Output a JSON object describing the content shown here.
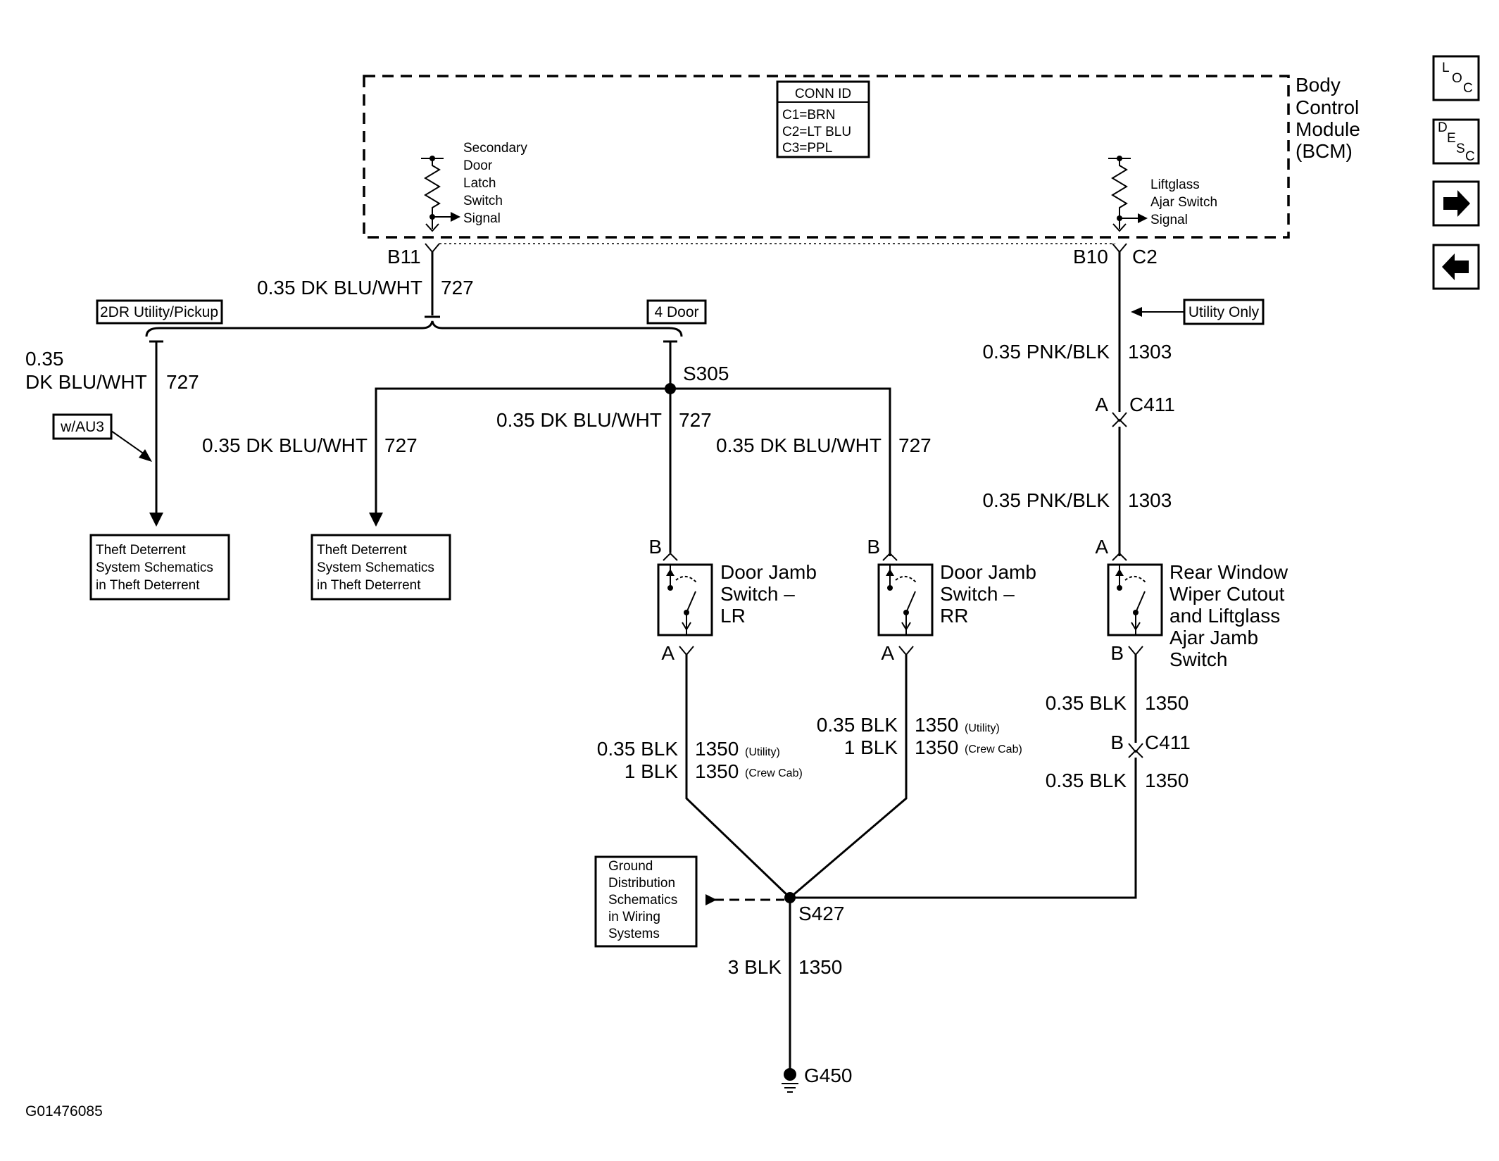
{
  "module": {
    "title_lines": [
      "Body",
      "Control",
      "Module",
      "(BCM)"
    ],
    "conn_id": {
      "header": "CONN ID",
      "lines": [
        "C1=BRN",
        "C2=LT BLU",
        "C3=PPL"
      ]
    },
    "left_signal": [
      "Secondary",
      "Door",
      "Latch",
      "Switch",
      "Signal"
    ],
    "right_signal": [
      "Liftglass",
      "Ajar Switch",
      "Signal"
    ]
  },
  "pins": {
    "b11": "B11",
    "b10": "B10",
    "c2": "C2"
  },
  "wires": {
    "w727": "0.35 DK BLU/WHT",
    "c727": "727",
    "w727_left_1": "0.35",
    "w727_left_2": "DK BLU/WHT",
    "w1303": "0.35 PNK/BLK",
    "c1303": "1303",
    "w1350_035": "0.35 BLK",
    "w1350_1": "1 BLK",
    "w1350_3": "3 BLK",
    "c1350": "1350",
    "utility_note": "(Utility)",
    "crew_note": "(Crew Cab)"
  },
  "options": {
    "pickup": "2DR Utility/Pickup",
    "four_door": "4 Door",
    "utility_only": "Utility Only",
    "wau3": "w/AU3"
  },
  "splices": {
    "s305": "S305",
    "s427": "S427",
    "g450": "G450"
  },
  "connectors": {
    "c411": "C411",
    "a": "A",
    "b": "B"
  },
  "references": {
    "theft": [
      "Theft Deterrent",
      "System Schematics",
      "in Theft Deterrent"
    ],
    "ground": [
      "Ground",
      "Distribution",
      "Schematics",
      "in Wiring",
      "Systems"
    ]
  },
  "switches": {
    "lr": [
      "Door Jamb",
      "Switch –",
      "LR"
    ],
    "rr": [
      "Door Jamb",
      "Switch –",
      "RR"
    ],
    "rear": [
      "Rear Window",
      "Wiper Cutout",
      "and Liftglass",
      "Ajar Jamb",
      "Switch"
    ]
  },
  "figure_id": "G01476085",
  "nav": {
    "loc": [
      "L",
      "O",
      "C"
    ],
    "desc": [
      "D",
      "E",
      "S",
      "C"
    ]
  }
}
